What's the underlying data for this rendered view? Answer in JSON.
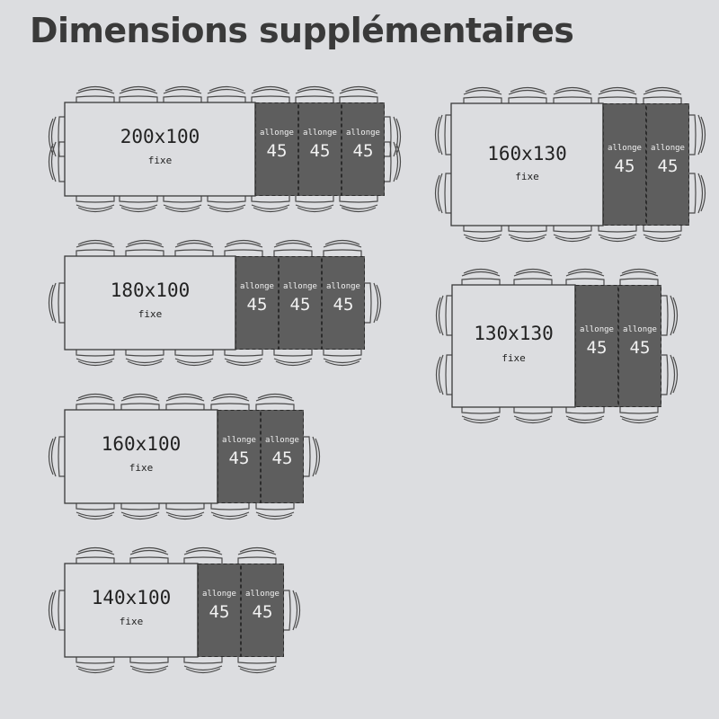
{
  "title": "Dimensions supplémentaires",
  "colors": {
    "background": "#dcdde0",
    "table_fixed": "#dcdde0",
    "extension": "#5e5e5e",
    "outline": "#3a3a3a",
    "chair": "#4a4a4a",
    "extension_text": "#f2f2f2"
  },
  "tables": [
    {
      "id": "200x100",
      "size_label": "200x100",
      "fixed_label": "fixe",
      "extensions": [
        {
          "label": "allonge",
          "length": "45"
        },
        {
          "label": "allonge",
          "length": "45"
        },
        {
          "label": "allonge",
          "length": "45"
        }
      ]
    },
    {
      "id": "180x100",
      "size_label": "180x100",
      "fixed_label": "fixe",
      "extensions": [
        {
          "label": "allonge",
          "length": "45"
        },
        {
          "label": "allonge",
          "length": "45"
        },
        {
          "label": "allonge",
          "length": "45"
        }
      ]
    },
    {
      "id": "160x100",
      "size_label": "160x100",
      "fixed_label": "fixe",
      "extensions": [
        {
          "label": "allonge",
          "length": "45"
        },
        {
          "label": "allonge",
          "length": "45"
        }
      ]
    },
    {
      "id": "140x100",
      "size_label": "140x100",
      "fixed_label": "fixe",
      "extensions": [
        {
          "label": "allonge",
          "length": "45"
        },
        {
          "label": "allonge",
          "length": "45"
        }
      ]
    },
    {
      "id": "160x130",
      "size_label": "160x130",
      "fixed_label": "fixe",
      "extensions": [
        {
          "label": "allonge",
          "length": "45"
        },
        {
          "label": "allonge",
          "length": "45"
        }
      ]
    },
    {
      "id": "130x130",
      "size_label": "130x130",
      "fixed_label": "fixe",
      "extensions": [
        {
          "label": "allonge",
          "length": "45"
        },
        {
          "label": "allonge",
          "length": "45"
        }
      ]
    }
  ]
}
